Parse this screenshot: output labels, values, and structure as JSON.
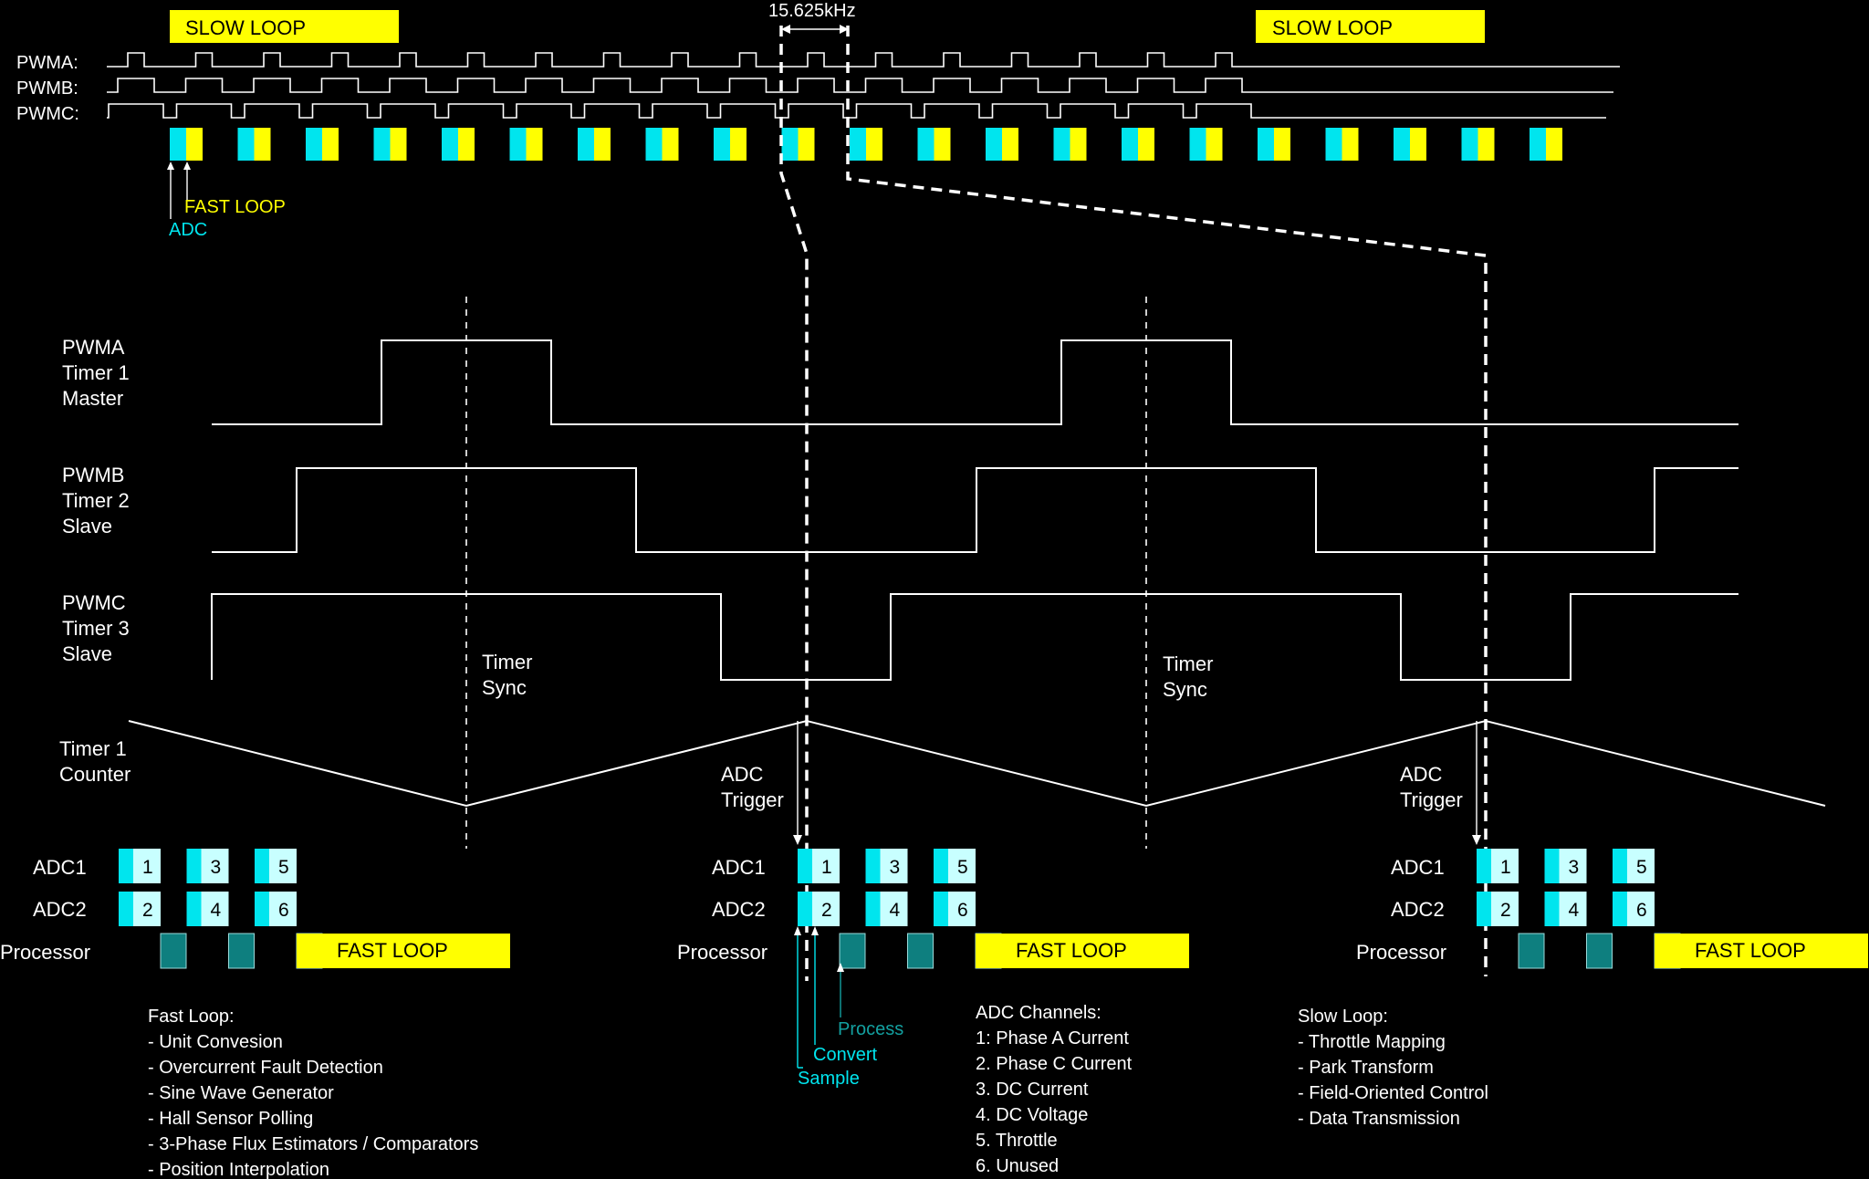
{
  "colors": {
    "background": "#000000",
    "banner_yellow": "#ffff00",
    "adc_cyan": "#00e5ee",
    "adc_light": "#c8ffff",
    "processor_teal": "#0e7f7f",
    "text_white": "#ffffff",
    "process_text": "#13a0a0"
  },
  "top": {
    "slow_loop_left": "SLOW LOOP",
    "slow_loop_right": "SLOW LOOP",
    "frequency": "15.625kHz",
    "pwm_labels": [
      "PWMA:",
      "PWMB:",
      "PWMC:"
    ],
    "fast_loop_label": "FAST LOOP",
    "adc_label": "ADC"
  },
  "signals": {
    "pwma": [
      "PWMA",
      "Timer 1",
      "Master"
    ],
    "pwmb": [
      "PWMB",
      "Timer 2",
      "Slave"
    ],
    "pwmc": [
      "PWMC",
      "Timer 3",
      "Slave"
    ],
    "counter": [
      "Timer 1",
      "Counter"
    ],
    "timer_sync": [
      "Timer",
      "Sync"
    ],
    "adc_trigger": [
      "ADC",
      "Trigger"
    ]
  },
  "adc_rows": {
    "adc1_label": "ADC1",
    "adc2_label": "ADC2",
    "processor_label": "Processor",
    "adc1_numbers": [
      "1",
      "3",
      "5"
    ],
    "adc2_numbers": [
      "2",
      "4",
      "6"
    ],
    "fast_loop": "FAST LOOP"
  },
  "annotations": {
    "process": "Process",
    "convert": "Convert",
    "sample": "Sample"
  },
  "notes": {
    "fast_loop_title": "Fast Loop:",
    "fast_loop_items": [
      "- Unit Convesion",
      "- Overcurrent Fault Detection",
      "- Sine Wave Generator",
      "- Hall Sensor Polling",
      "- 3-Phase Flux Estimators / Comparators",
      "- Position Interpolation"
    ],
    "adc_channels_title": "ADC Channels:",
    "adc_channels_items": [
      "1: Phase A Current",
      "2. Phase C Current",
      "3. DC Current",
      "4. DC Voltage",
      "5. Throttle",
      "6. Unused"
    ],
    "slow_loop_title": "Slow Loop:",
    "slow_loop_items": [
      "- Throttle Mapping",
      "- Park Transform",
      "- Field-Oriented Control",
      "- Data Transmission"
    ]
  }
}
